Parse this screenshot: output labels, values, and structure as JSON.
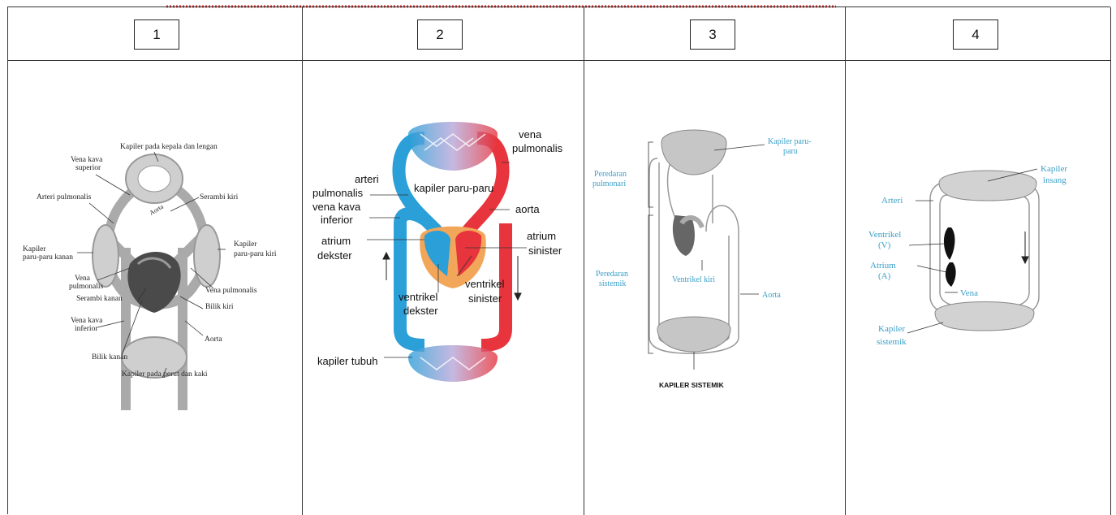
{
  "panels": [
    {
      "number": "1",
      "labels": {
        "kapiler_kepala": "Kapiler pada kepala dan lengan",
        "vena_kava_superior_1": "Vena kava",
        "vena_kava_superior_2": "superior",
        "arteri_pulmonalis": "Arteri pulmonalis",
        "serambi_kiri": "Serambi kiri",
        "aorta_top": "Aorta",
        "kapiler_paru_kanan_1": "Kapiler",
        "kapiler_paru_kanan_2": "paru-paru kanan",
        "kapiler_paru_kiri_1": "Kapiler",
        "kapiler_paru_kiri_2": "paru-paru kiri",
        "vena_pulmonalis_left_1": "Vena",
        "vena_pulmonalis_left_2": "pulmonalis",
        "serambi_kanan": "Serambi kanan",
        "vena_pulmonalis_right": "Vena pulmonalis",
        "vena_kava_inferior_1": "Vena kava",
        "vena_kava_inferior_2": "inferior",
        "bilik_kiri": "Bilik kiri",
        "aorta_bottom": "Aorta",
        "bilik_kanan": "Bilik kanan",
        "kapiler_perut": "Kapiler pada perut dan kaki"
      }
    },
    {
      "number": "2",
      "labels": {
        "vena_pulmonalis_1": "vena",
        "vena_pulmonalis_2": "pulmonalis",
        "arteri_pulmonalis_1": "arteri",
        "arteri_pulmonalis_2": "pulmonalis",
        "kapiler_paru": "kapiler paru-paru",
        "vena_kava_inferior_1": "vena kava",
        "vena_kava_inferior_2": "inferior",
        "aorta": "aorta",
        "atrium_dekster_1": "atrium",
        "atrium_dekster_2": "dekster",
        "atrium_sinister_1": "atrium",
        "atrium_sinister_2": "sinister",
        "ventrikel_sinister_1": "ventrikel",
        "ventrikel_sinister_2": "sinister",
        "ventrikel_dekster_1": "ventrikel",
        "ventrikel_dekster_2": "dekster",
        "kapiler_tubuh": "kapiler tubuh"
      }
    },
    {
      "number": "3",
      "labels": {
        "kapiler_paru_1": "Kapiler paru-",
        "kapiler_paru_2": "paru",
        "peredaran_pulmonari_1": "Peredaran",
        "peredaran_pulmonari_2": "pulmonari",
        "peredaran_sistemik_1": "Peredaran",
        "peredaran_sistemik_2": "sistemik",
        "ventrikel_kiri": "Ventrikel kiri",
        "aorta": "Aorta",
        "kapiler_sistemik": "KAPILER SISTEMIK"
      }
    },
    {
      "number": "4",
      "labels": {
        "kapiler_insang_1": "Kapiler",
        "kapiler_insang_2": "insang",
        "arteri": "Arteri",
        "ventrikel_1": "Ventrikel",
        "ventrikel_2": "(V)",
        "atrium_1": "Atrium",
        "atrium_2": "(A)",
        "vena": "Vena",
        "kapiler_sistemik_1": "Kapiler",
        "kapiler_sistemik_2": "sistemik"
      }
    }
  ],
  "colors": {
    "oxygenated": "#e8343c",
    "deoxygenated": "#2a9fd8",
    "heart": "#f2a65a",
    "vessel_grey": "#b8b8b8",
    "heart_dark": "#555555",
    "caption_blue": "#3aa0c8"
  }
}
